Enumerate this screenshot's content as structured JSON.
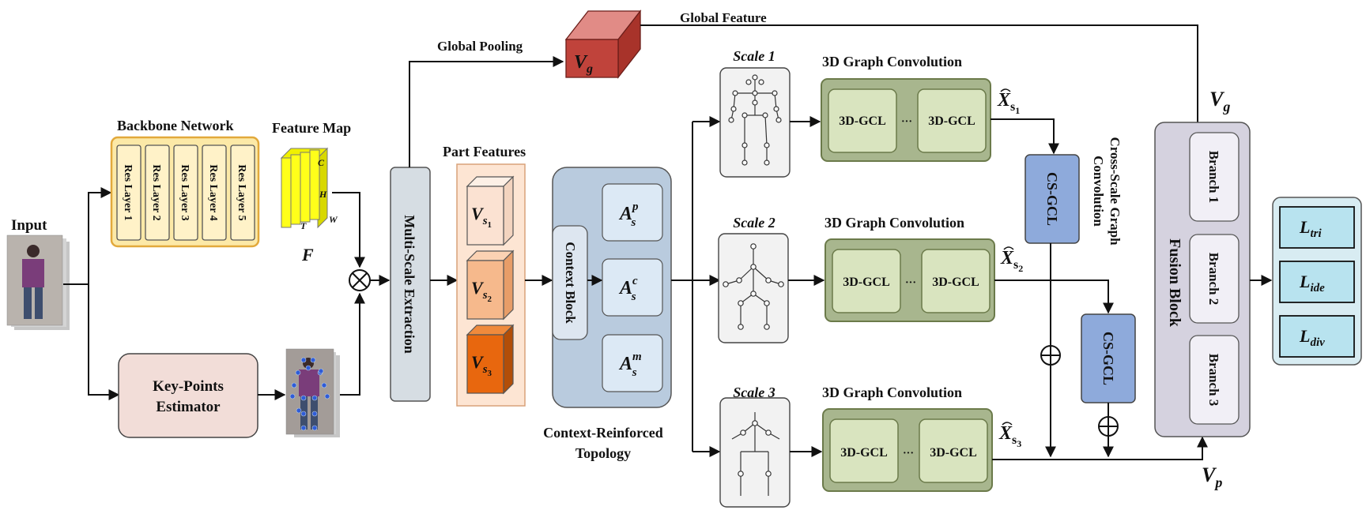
{
  "input": {
    "label": "Input"
  },
  "backbone": {
    "title": "Backbone Network",
    "layers": [
      "Res Layer 1",
      "Res Layer 2",
      "Res Layer 3",
      "Res Layer 4",
      "Res Layer 5"
    ]
  },
  "feature_map": {
    "title": "Feature Map",
    "symbol": "F",
    "dim_c": "C",
    "dim_h": "H",
    "dim_w": "W",
    "dim_t": "T"
  },
  "keypoints": {
    "label_line1": "Key-Points",
    "label_line2": "Estimator"
  },
  "global_pooling": {
    "label": "Global Pooling",
    "vg_main": "V",
    "vg_sub": "g"
  },
  "global_feature": {
    "label": "Global Feature"
  },
  "multi_scale": {
    "label": "Multi-Scale Extraction"
  },
  "part_features": {
    "title": "Part Features",
    "items": [
      {
        "main": "V",
        "sub": "s",
        "subsub": "1",
        "color": "#fbe2d2"
      },
      {
        "main": "V",
        "sub": "s",
        "subsub": "2",
        "color": "#f6b98c"
      },
      {
        "main": "V",
        "sub": "s",
        "subsub": "3",
        "color": "#e8670e"
      }
    ]
  },
  "context": {
    "block_label": "Context Block",
    "title_line1": "Context-Reinforced",
    "title_line2": "Topology",
    "adj": [
      {
        "main": "A",
        "sub": "s",
        "sup": "p"
      },
      {
        "main": "A",
        "sub": "s",
        "sup": "c"
      },
      {
        "main": "A",
        "sub": "s",
        "sup": "m"
      }
    ]
  },
  "scales": [
    {
      "label": "Scale 1",
      "gc_title": "3D Graph Convolution",
      "gcl_a": "3D-GCL",
      "gcl_b": "3D-GCL",
      "dots": "···",
      "out_main": "X",
      "out_sub": "s",
      "out_subsub": "1"
    },
    {
      "label": "Scale 2",
      "gc_title": "3D Graph Convolution",
      "gcl_a": "3D-GCL",
      "gcl_b": "3D-GCL",
      "dots": "···",
      "out_main": "X",
      "out_sub": "s",
      "out_subsub": "2"
    },
    {
      "label": "Scale 3",
      "gc_title": "3D Graph Convolution",
      "gcl_a": "3D-GCL",
      "gcl_b": "3D-GCL",
      "dots": "···",
      "out_main": "X",
      "out_sub": "s",
      "out_subsub": "3"
    }
  ],
  "csgcl": {
    "block1": "CS-GCL",
    "block2": "CS-GCL",
    "title_line1": "Cross-Scale Graph",
    "title_line2": "Convolution"
  },
  "fusion": {
    "label": "Fusion Block",
    "branches": [
      "Branch 1",
      "Branch 2",
      "Branch 3"
    ],
    "vg_main": "V",
    "vg_sub": "g",
    "vp_main": "V",
    "vp_sub": "p"
  },
  "losses": [
    {
      "main": "L",
      "sub": "tri"
    },
    {
      "main": "L",
      "sub": "ide"
    },
    {
      "main": "L",
      "sub": "div"
    }
  ]
}
